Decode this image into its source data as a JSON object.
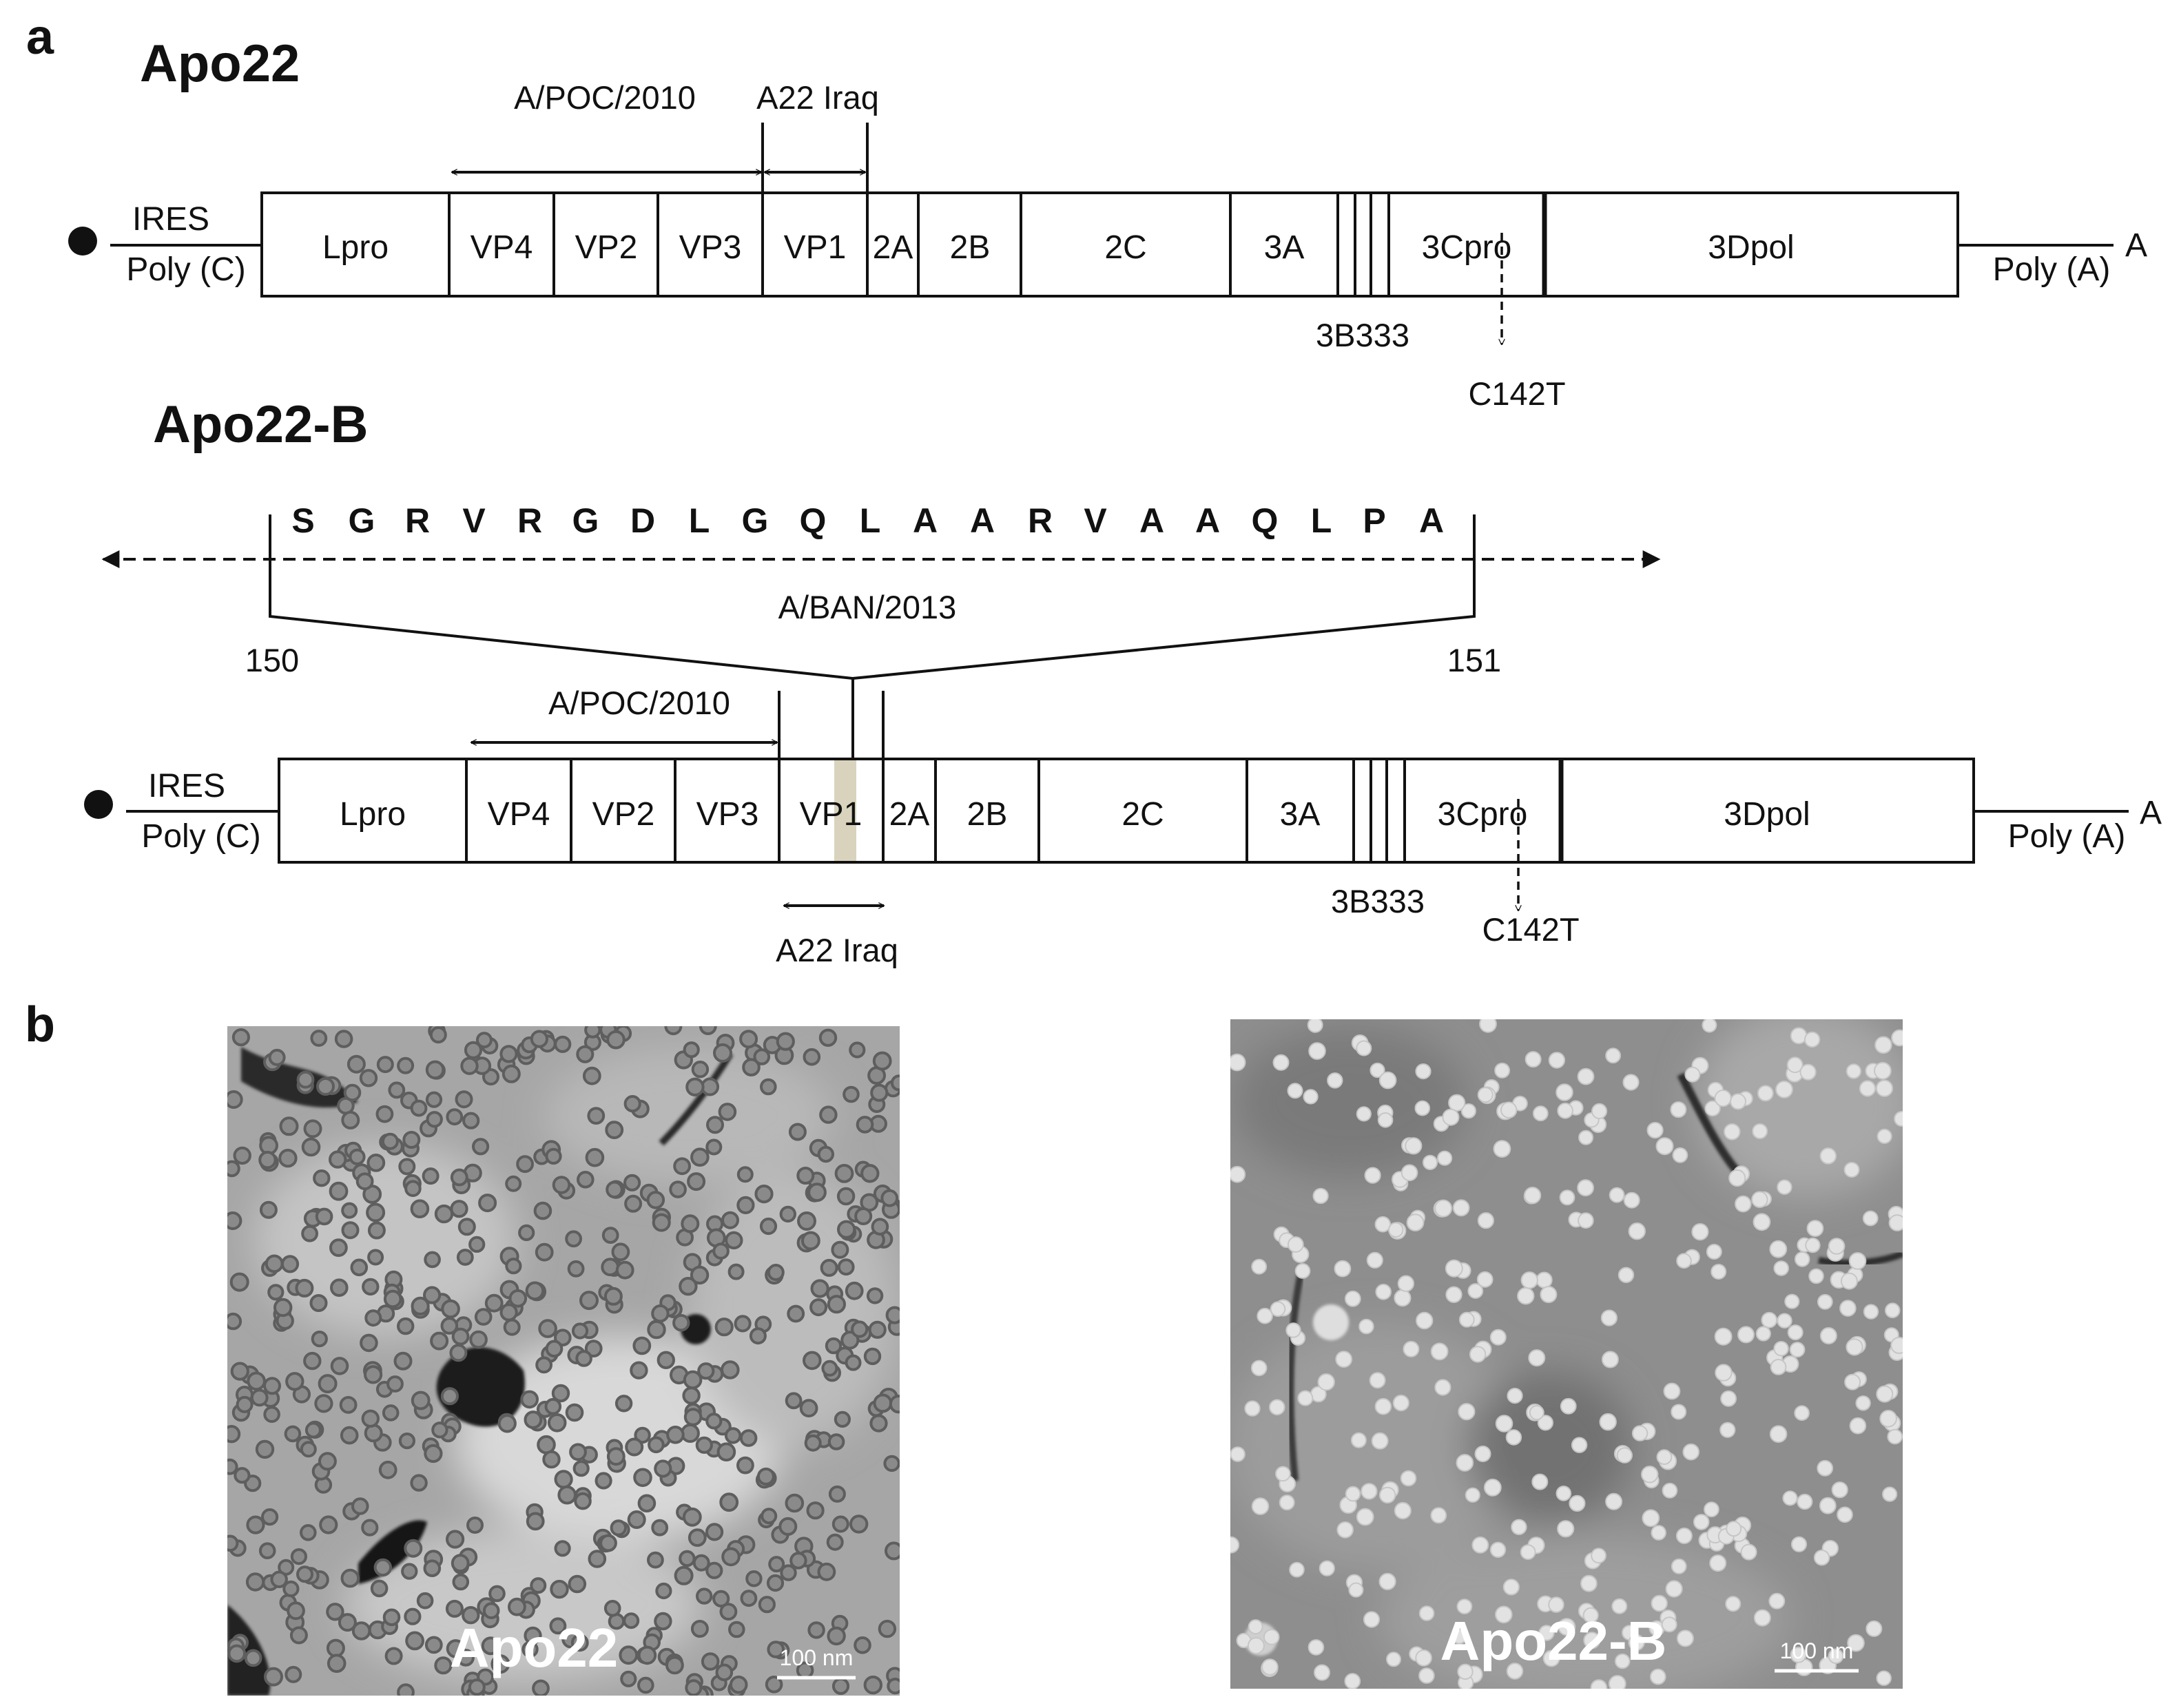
{
  "panel_a": {
    "label": "a",
    "constructs": [
      {
        "title": "Apo22",
        "ires": "IRES",
        "poly_c": "Poly (C)",
        "poly_a": "Poly (A)",
        "tail": "A",
        "regions": [
          {
            "key": "lpro",
            "label": "Lpro"
          },
          {
            "key": "vp4",
            "label": "VP4"
          },
          {
            "key": "vp2",
            "label": "VP2"
          },
          {
            "key": "vp3",
            "label": "VP3"
          },
          {
            "key": "vp1",
            "label": "VP1"
          },
          {
            "key": "2a",
            "label": "2A"
          },
          {
            "key": "2b",
            "label": "2B"
          },
          {
            "key": "2c",
            "label": "2C"
          },
          {
            "key": "3a",
            "label": "3A"
          },
          {
            "key": "3b",
            "label": ""
          },
          {
            "key": "3cpro",
            "label": "3Cpro"
          },
          {
            "key": "3dpol",
            "label": "3Dpol"
          }
        ],
        "range_poc": "A/POC/2010",
        "range_a22": "A22 Iraq",
        "label_3b": "3B333",
        "mutation": "C142T"
      },
      {
        "title": "Apo22-B",
        "ires": "IRES",
        "poly_c": "Poly (C)",
        "poly_a": "Poly (A)",
        "tail": "A",
        "regions": [
          {
            "key": "lpro",
            "label": "Lpro"
          },
          {
            "key": "vp4",
            "label": "VP4"
          },
          {
            "key": "vp2",
            "label": "VP2"
          },
          {
            "key": "vp3",
            "label": "VP3"
          },
          {
            "key": "vp1",
            "label": "VP1"
          },
          {
            "key": "2a",
            "label": "2A"
          },
          {
            "key": "2b",
            "label": "2B"
          },
          {
            "key": "2c",
            "label": "2C"
          },
          {
            "key": "3a",
            "label": "3A"
          },
          {
            "key": "3b",
            "label": ""
          },
          {
            "key": "3cpro",
            "label": "3Cpro"
          },
          {
            "key": "3dpol",
            "label": "3Dpol"
          }
        ],
        "range_poc": "A/POC/2010",
        "range_a22": "A22 Iraq",
        "label_3b": "3B333",
        "mutation": "C142T",
        "insert": {
          "sequence": [
            "S",
            "G",
            "R",
            "V",
            "R",
            "G",
            "D",
            "L",
            "G",
            "Q",
            "L",
            "A",
            "A",
            "R",
            "V",
            "A",
            "A",
            "Q",
            "L",
            "P",
            "A"
          ],
          "source": "A/BAN/2013",
          "left_pos": "150",
          "right_pos": "151"
        }
      }
    ]
  },
  "panel_b": {
    "label": "b",
    "micrographs": [
      {
        "label": "Apo22",
        "scale": "100 nm",
        "contrast": "particles dark on light background"
      },
      {
        "label": "Apo22-B",
        "scale": "100 nm",
        "contrast": "particles light on grey background"
      }
    ]
  },
  "colors": {
    "line": "#111111",
    "insert_highlight": "#d9d3bd",
    "micrograph_base": "#9a9a9a"
  }
}
